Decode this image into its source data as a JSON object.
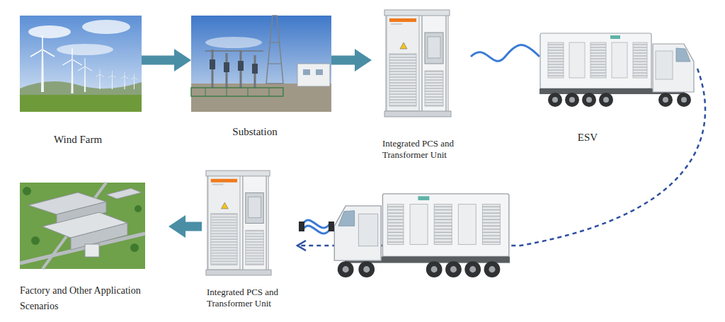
{
  "diagram": {
    "nodes": [
      {
        "text": [
          "Wind Farm"
        ]
      },
      {
        "text": [
          "Substation"
        ]
      },
      {
        "text": [
          "Integrated PCS and Transformer Unit"
        ]
      },
      {
        "text": [
          "ESV"
        ]
      },
      {
        "text": [
          "Integrated PCS and Transformer Unit"
        ]
      },
      {
        "text": [
          "Factory and Other Application Scenarios"
        ]
      }
    ],
    "edges": [
      {
        "from": 0,
        "to": 1,
        "arrow": "to"
      },
      {
        "from": 1,
        "to": 2,
        "arrow": "to"
      },
      {
        "from": 2,
        "to": 3,
        "arrow": "none"
      },
      {
        "from": 3,
        "to": 4,
        "arrow": "to"
      },
      {
        "from": 4,
        "to": 5,
        "arrow": "to"
      }
    ]
  }
}
